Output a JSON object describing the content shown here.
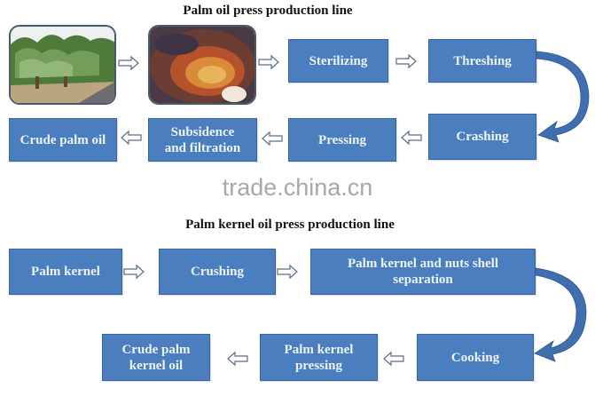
{
  "section1": {
    "title": "Palm oil press production line",
    "images": [
      {
        "name": "palm-plantation-photo",
        "description": "palm trees"
      },
      {
        "name": "palm-fruit-bunch-photo",
        "description": "palm fruit bunches"
      }
    ],
    "steps": {
      "sterilizing": "Sterilizing",
      "threshing": "Threshing",
      "crashing": "Crashing",
      "pressing": "Pressing",
      "subsidence_line1": "Subsidence",
      "subsidence_line2": "and filtration",
      "crude_palm_oil": "Crude palm oil"
    }
  },
  "watermark": "trade.china.cn",
  "section2": {
    "title": "Palm kernel oil press production line",
    "steps": {
      "palm_kernel": "Palm kernel",
      "crushing": "Crushing",
      "separation_line1": "Palm kernel and nuts shell",
      "separation_line2": "separation",
      "cooking": "Cooking",
      "pk_pressing_line1": "Palm kernel",
      "pk_pressing_line2": "pressing",
      "crude_pko_line1": "Crude palm",
      "crude_pko_line2": "kernel oil"
    }
  },
  "colors": {
    "box_fill": "#4a7ebf",
    "box_border": "#3a6598",
    "curved_arrow": "#3f6fae",
    "text_on_box": "#eef3fa"
  }
}
